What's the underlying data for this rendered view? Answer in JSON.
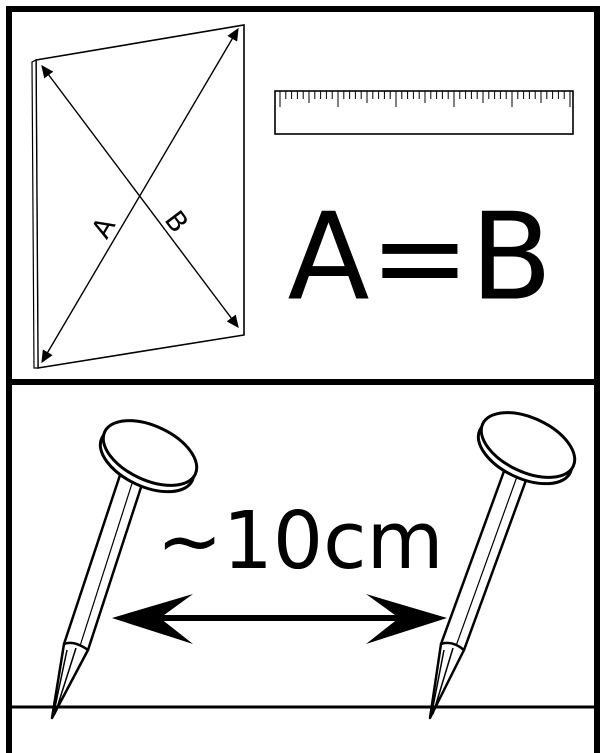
{
  "top_panel": {
    "diagonal_a_label": "A",
    "diagonal_b_label": "B",
    "equation": "A=B"
  },
  "bottom_panel": {
    "distance_label": "~10cm"
  },
  "colors": {
    "ink": "#000000",
    "paper": "#ffffff"
  }
}
